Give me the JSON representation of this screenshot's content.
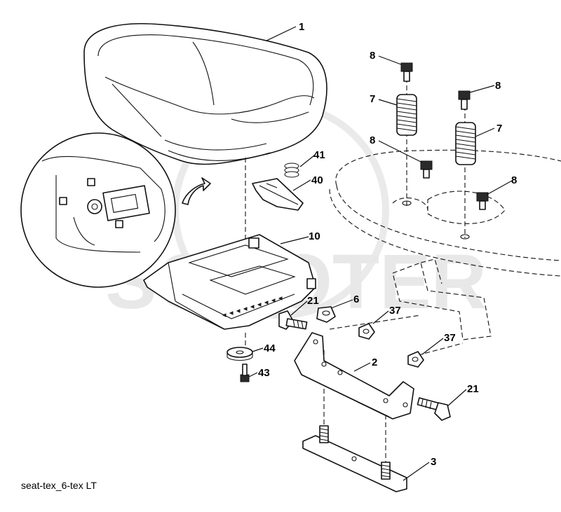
{
  "diagram": {
    "caption": "seat-tex_6-tex LT",
    "watermark": "SCOOTER",
    "callouts": [
      {
        "id": "c-1",
        "label": "1"
      },
      {
        "id": "c-8a",
        "label": "8"
      },
      {
        "id": "c-8b",
        "label": "8"
      },
      {
        "id": "c-8c",
        "label": "8"
      },
      {
        "id": "c-8d",
        "label": "8"
      },
      {
        "id": "c-7a",
        "label": "7"
      },
      {
        "id": "c-7b",
        "label": "7"
      },
      {
        "id": "c-41",
        "label": "41"
      },
      {
        "id": "c-40",
        "label": "40"
      },
      {
        "id": "c-10",
        "label": "10"
      },
      {
        "id": "c-21a",
        "label": "21"
      },
      {
        "id": "c-6",
        "label": "6"
      },
      {
        "id": "c-37a",
        "label": "37"
      },
      {
        "id": "c-37b",
        "label": "37"
      },
      {
        "id": "c-44",
        "label": "44"
      },
      {
        "id": "c-43",
        "label": "43"
      },
      {
        "id": "c-2",
        "label": "2"
      },
      {
        "id": "c-21b",
        "label": "21"
      },
      {
        "id": "c-3",
        "label": "3"
      }
    ]
  }
}
